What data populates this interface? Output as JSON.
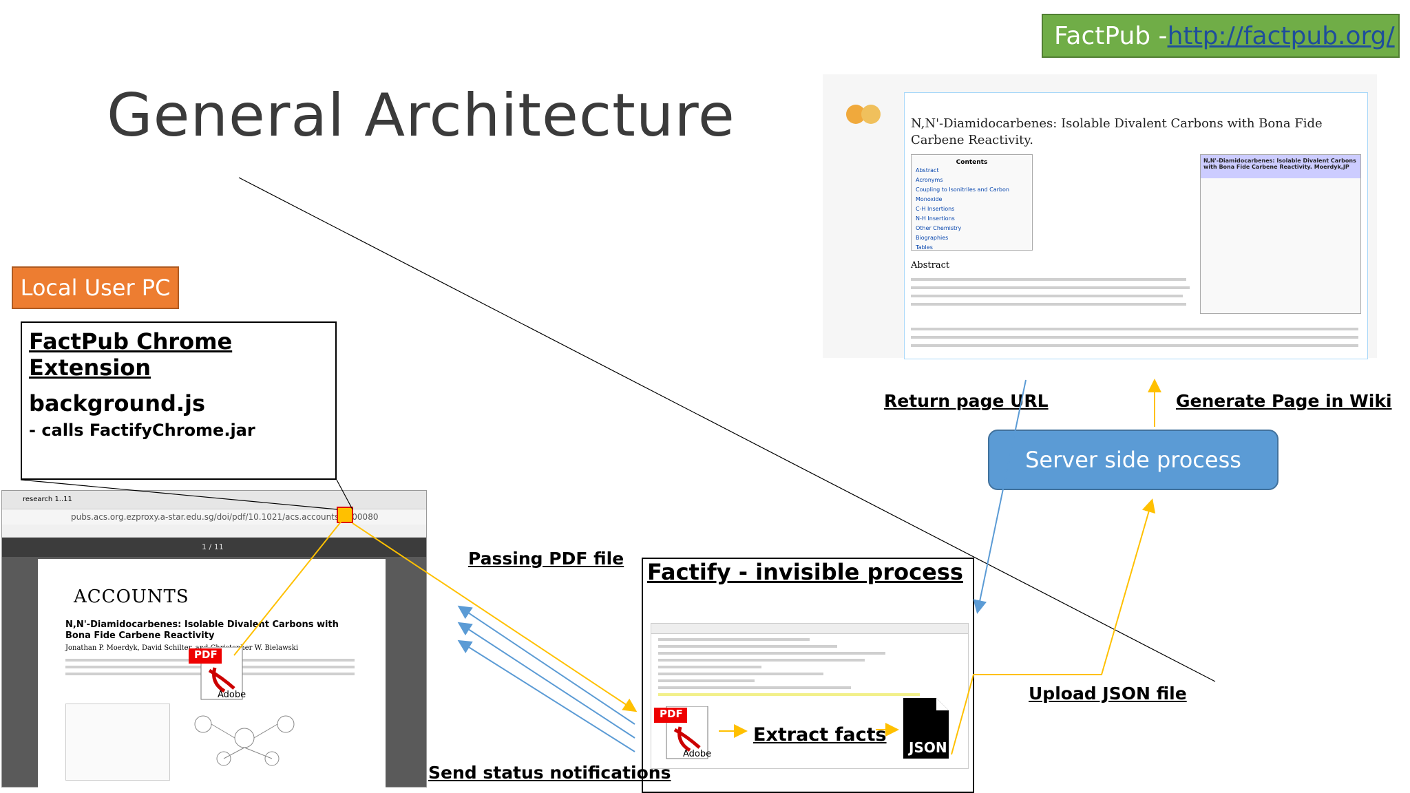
{
  "title": "General Architecture",
  "banner": {
    "prefix": "FactPub - ",
    "link": "http://factpub.org/"
  },
  "local_pc": "Local User PC",
  "extension": {
    "heading": "FactPub Chrome Extension",
    "file": "background.js",
    "calls": "- calls FactifyChrome.jar"
  },
  "labels": {
    "return_url": "Return page URL",
    "generate_page": "Generate Page in Wiki",
    "passing_pdf": "Passing PDF file",
    "send_status": "Send status notifications",
    "upload_json": "Upload JSON file",
    "extract_facts": "Extract facts"
  },
  "server": "Server side process",
  "factify": {
    "title": "Factify - invisible process",
    "json": "JSON"
  },
  "browser": {
    "address": "pubs.acs.org.ezproxy.a-star.edu.sg/doi/pdf/10.1021/acs.accounts.6b00080",
    "tab": "research 1..11",
    "page": "1 / 11"
  },
  "pdf": {
    "journal": "ACCOUNTS",
    "article_title": "N,N'-Diamidocarbenes: Isolable Divalent Carbons with Bona Fide Carbene Reactivity",
    "authors": "Jonathan P. Moerdyk, David Schilter, and Christopher W. Bielawski",
    "pdf_badge": "PDF",
    "adobe": "Adobe"
  },
  "wiki": {
    "article_title": "N,N'-Diamidocarbenes: Isolable Divalent Carbons with Bona Fide Carbene Reactivity.",
    "contents": "Contents",
    "toc": [
      "Abstract",
      "Acronyms",
      "Coupling to Isonitriles and Carbon Monoxide",
      "C-H Insertions",
      "N-H Insertions",
      "Other Chemistry",
      "Biographies",
      "Tables"
    ],
    "abstract_heading": "Abstract",
    "infobox_title": "N,N'-Diamidocarbenes: Isolable Divalent Carbons with Bona Fide Carbene Reactivity. Moerdyk,JP"
  },
  "colors": {
    "blue_arrow": "#5b9bd5",
    "orange_arrow": "#ffc000",
    "banner": "#70ad47",
    "local_pc": "#ed7d31",
    "server": "#5b9bd5"
  }
}
